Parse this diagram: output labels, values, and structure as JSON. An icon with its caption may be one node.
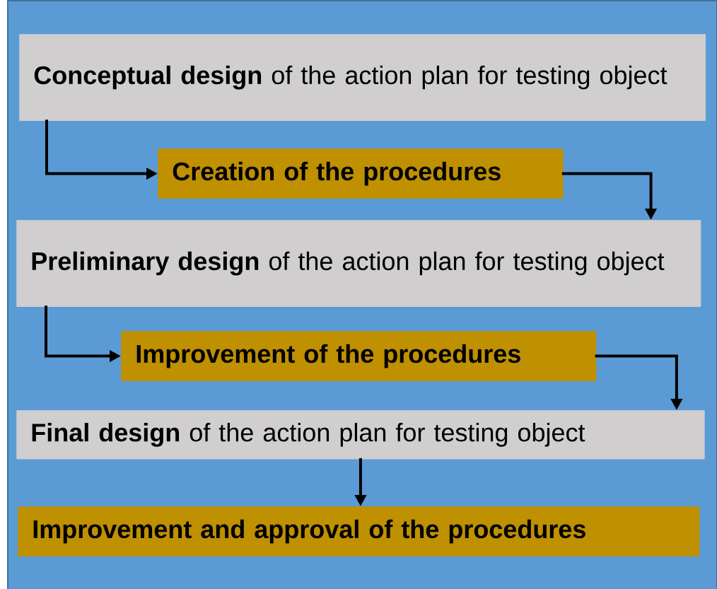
{
  "diagram": {
    "nodes": [
      {
        "text": [
          "**Conceptual design** of the action plan for testing object"
        ]
      },
      {
        "text": [
          "Creation of the procedures"
        ]
      },
      {
        "text": [
          "**Preliminary design** of the action plan for testing object"
        ]
      },
      {
        "text": [
          "Improvement of the procedures"
        ]
      },
      {
        "text": [
          "**Final design** of the action plan for testing object"
        ]
      },
      {
        "text": [
          "Improvement and approval of the procedures"
        ]
      }
    ],
    "edges": [
      {
        "from": 0,
        "to": 1,
        "arrow": "to"
      },
      {
        "from": 1,
        "to": 2,
        "arrow": "to"
      },
      {
        "from": 2,
        "to": 3,
        "arrow": "to"
      },
      {
        "from": 3,
        "to": 4,
        "arrow": "to"
      },
      {
        "from": 4,
        "to": 5,
        "arrow": "to"
      }
    ]
  }
}
